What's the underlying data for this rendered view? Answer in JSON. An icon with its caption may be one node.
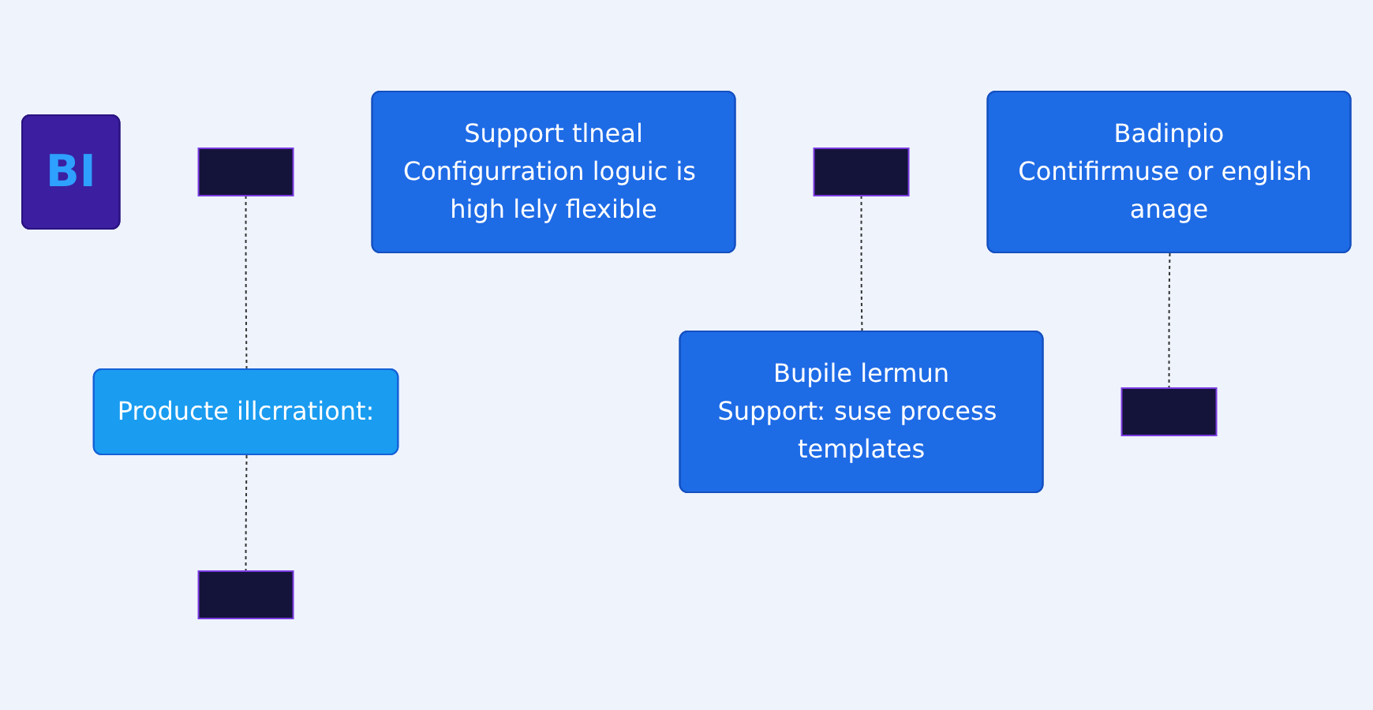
{
  "diagram": {
    "nodes": [
      {
        "text": [
          "Producte illcrrationt:"
        ]
      },
      {
        "text": [
          "Bupile lermun",
          "Supportː suse process templates"
        ]
      },
      {
        "text": [
          "BI"
        ]
      },
      {
        "text": [
          "Badinpio",
          "Contifirmuse or english anage"
        ]
      },
      {
        "text": [
          "Support tlneal",
          "Configurration loguic is high lely flexible"
        ]
      },
      {
        "text": [],
        "shape": "box"
      },
      {
        "text": [],
        "shape": "box"
      },
      {
        "text": [],
        "shape": "box"
      },
      {
        "text": [],
        "shape": "box"
      }
    ],
    "edges": [
      {
        "from": 5,
        "to": 0,
        "arrow": "none",
        "style": "dashed"
      },
      {
        "from": 0,
        "to": 6,
        "arrow": "none",
        "style": "dashed"
      },
      {
        "from": 7,
        "to": 1,
        "arrow": "none",
        "style": "dashed"
      },
      {
        "from": 3,
        "to": 8,
        "arrow": "none",
        "style": "dashed"
      }
    ]
  }
}
